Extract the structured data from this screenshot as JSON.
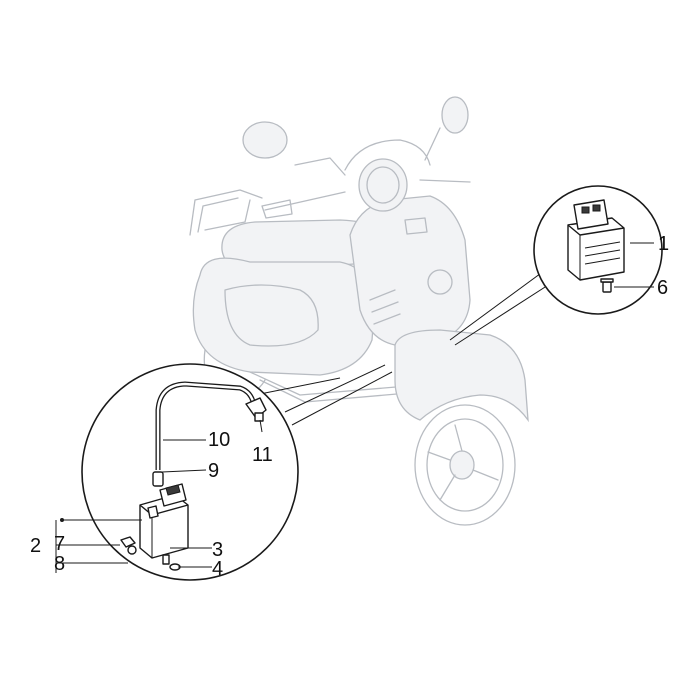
{
  "callouts": {
    "c1": "1",
    "c2": "2",
    "c3": "3",
    "c4": "4",
    "c6": "6",
    "c7": "7",
    "c8": "8",
    "c9": "9",
    "c10": "10",
    "c11": "11"
  },
  "colors": {
    "ghost_outline": "#b8bcc2",
    "part_outline": "#1a1a1a",
    "callout_text": "#111111"
  }
}
